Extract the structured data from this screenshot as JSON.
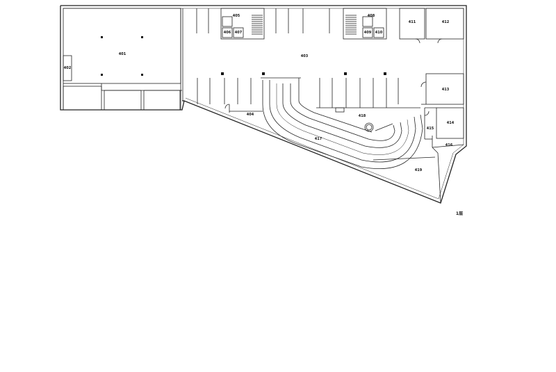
{
  "rooms": [
    {
      "id": "r-large",
      "label": "401"
    },
    {
      "id": "r-side",
      "label": "402"
    },
    {
      "id": "r-parking",
      "label": "403"
    },
    {
      "id": "r-south",
      "label": "404"
    },
    {
      "id": "r-core1",
      "label": "405"
    },
    {
      "id": "r-core1a",
      "label": "406"
    },
    {
      "id": "r-core1b",
      "label": "407"
    },
    {
      "id": "r-core2",
      "label": "408"
    },
    {
      "id": "r-core2a",
      "label": "409"
    },
    {
      "id": "r-core2b",
      "label": "410"
    },
    {
      "id": "r-ne1",
      "label": "411"
    },
    {
      "id": "r-ne2",
      "label": "412"
    },
    {
      "id": "r-e1",
      "label": "413"
    },
    {
      "id": "r-e2",
      "label": "414"
    },
    {
      "id": "r-e3",
      "label": "415"
    },
    {
      "id": "r-e4",
      "label": "416"
    },
    {
      "id": "r-ramp",
      "label": "417"
    },
    {
      "id": "r-mid",
      "label": "418"
    },
    {
      "id": "r-tip",
      "label": "419"
    }
  ],
  "caption": "1层"
}
